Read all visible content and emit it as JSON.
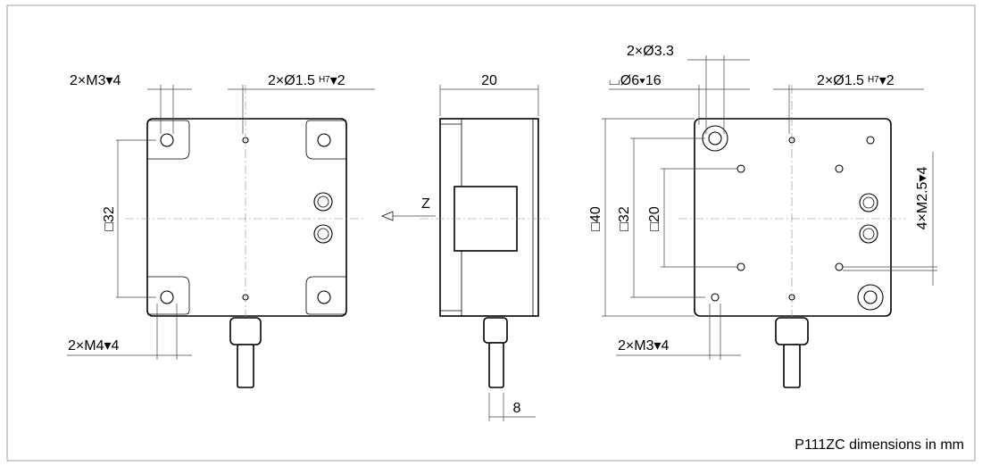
{
  "caption": "P111ZC dimensions in mm",
  "views": {
    "left": {
      "label_m3": "2×M3",
      "label_m3_depth": "4",
      "label_pin": "2×Ø1.5",
      "label_pin_tol": "H7",
      "label_pin_depth": "2",
      "label_m4": "2×M4",
      "label_m4_depth": "4",
      "label_square": "□32"
    },
    "side": {
      "label_width": "20",
      "label_axis": "Z",
      "label_cable": "8"
    },
    "right": {
      "label_hole": "2×Ø3.3",
      "label_cbore": "⌴Ø6",
      "label_cbore_depth": "16",
      "label_pin": "2×Ø1.5",
      "label_pin_tol": "H7",
      "label_pin_depth": "2",
      "label_sq40": "□40",
      "label_sq32": "□32",
      "label_sq20": "□20",
      "label_m25": "4×M2.5",
      "label_m25_depth": "4",
      "label_m3": "2×M3",
      "label_m3_depth": "4"
    }
  },
  "depth_symbol": "▾"
}
